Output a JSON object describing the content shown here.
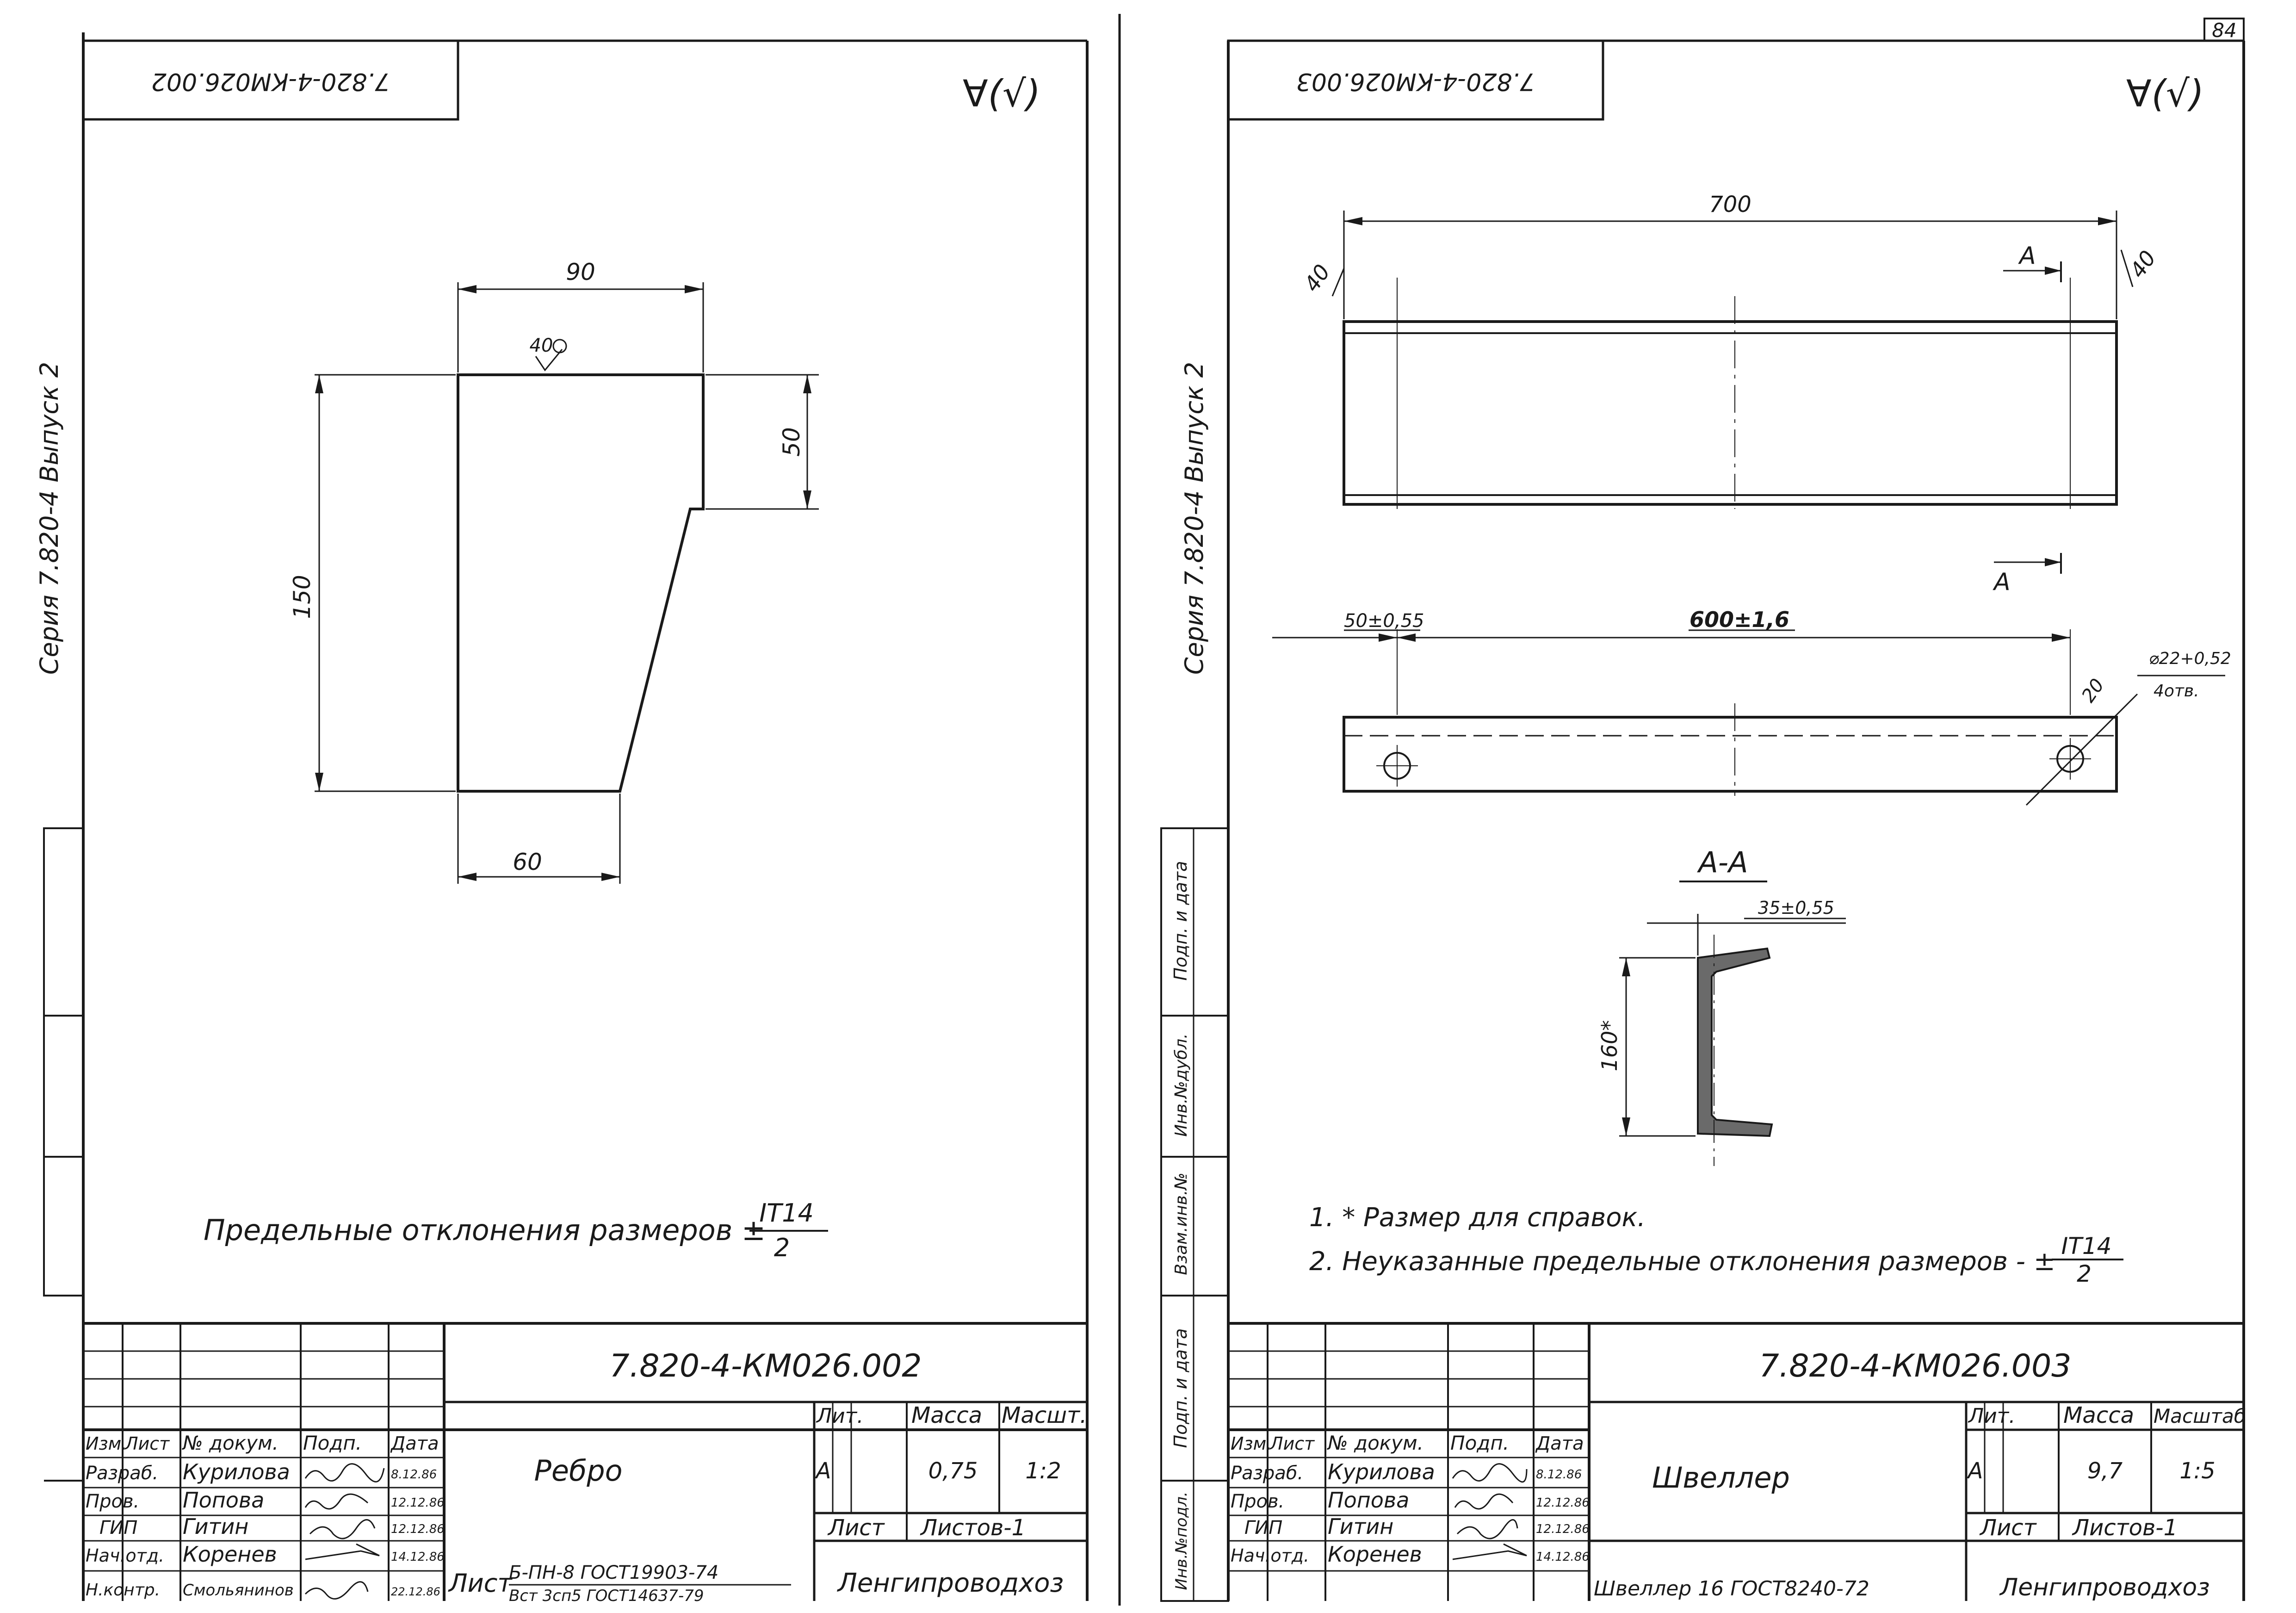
{
  "page_number": "84",
  "left": {
    "series_label": "Серия 7.820-4  Выпуск 2",
    "stamp_code": "7.820-4-КМ026.002",
    "roughness": "∀(√)",
    "dimensions": {
      "top": "90",
      "right": "50",
      "left": "150",
      "bottom": "60",
      "surface": "40"
    },
    "note_text": "Предельные отклонения размеров ±",
    "note_num": "IT14",
    "note_den": "2",
    "title_block": {
      "code": "7.820-4-КМ026.002",
      "name": "Ребро",
      "headers": {
        "izm": "Изм.",
        "list": "Лист",
        "doc": "№ докум.",
        "sign": "Подп.",
        "date": "Дата"
      },
      "roles": [
        {
          "role": "Разраб.",
          "name": "Курилова",
          "date": "8.12.86"
        },
        {
          "role": "Пров.",
          "name": "Попова",
          "date": "12.12.86"
        },
        {
          "role": "ГИП",
          "name": "Гитин",
          "date": "12.12.86"
        },
        {
          "role": "Нач.отд.",
          "name": "Коренев",
          "date": "14.12.86"
        },
        {
          "role": "Н.контр.",
          "name": "Смольянинов",
          "date": "22.12.86"
        }
      ],
      "lit_label": "Лит.",
      "mass_label": "Масса",
      "scale_label": "Масшт.",
      "lit": "А",
      "mass": "0,75",
      "scale": "1:2",
      "sheet_label": "Лист",
      "sheets_label": "Листов-1",
      "material_prefix": "Лист",
      "material_top": "Б-ПН-8 ГОСТ19903-74",
      "material_bottom": "Вст 3сп5 ГОСТ14637-79",
      "org": "Ленгипроводхоз"
    }
  },
  "right": {
    "series_label": "Серия 7.820-4  Выпуск 2",
    "stamp_code": "7.820-4-КМ026.003",
    "roughness": "∀(√)",
    "side_labels": [
      "Взам.инв.№",
      "Инв.№дубл.",
      "Подп. и дата",
      "Подп. и дата",
      "Инв.№подл."
    ],
    "dimensions": {
      "length": "700",
      "height_left": "40",
      "height_right": "40",
      "section_mark": "А",
      "hole_offset": "50±0,55",
      "hole_span": "600±1,6",
      "edge": "20",
      "hole_dia": "⌀22+0,52",
      "hole_count": "4отв.",
      "section_title": "А-А",
      "flange": "35±0,55",
      "depth": "160*"
    },
    "notes": [
      "1. * Размер для справок.",
      "2. Неуказанные предельные отклонения размеров - ±"
    ],
    "note_num": "IT14",
    "note_den": "2",
    "title_block": {
      "code": "7.820-4-КМ026.003",
      "name": "Швеллер",
      "headers": {
        "izm": "Изм.",
        "list": "Лист",
        "doc": "№ докум.",
        "sign": "Подп.",
        "date": "Дата"
      },
      "roles": [
        {
          "role": "Разраб.",
          "name": "Курилова",
          "date": "8.12.86"
        },
        {
          "role": "Пров.",
          "name": "Попова",
          "date": "12.12.86"
        },
        {
          "role": "ГИП",
          "name": "Гитин",
          "date": "12.12.86"
        },
        {
          "role": "Нач.отд.",
          "name": "Коренев",
          "date": "14.12.86"
        }
      ],
      "lit_label": "Лит.",
      "mass_label": "Масса",
      "scale_label": "Масштаб",
      "lit": "А",
      "mass": "9,7",
      "scale": "1:5",
      "sheet_label": "Лист",
      "sheets_label": "Листов-1",
      "material": "Швеллер 16 ГОСТ8240-72",
      "org": "Ленгипроводхоз"
    }
  }
}
